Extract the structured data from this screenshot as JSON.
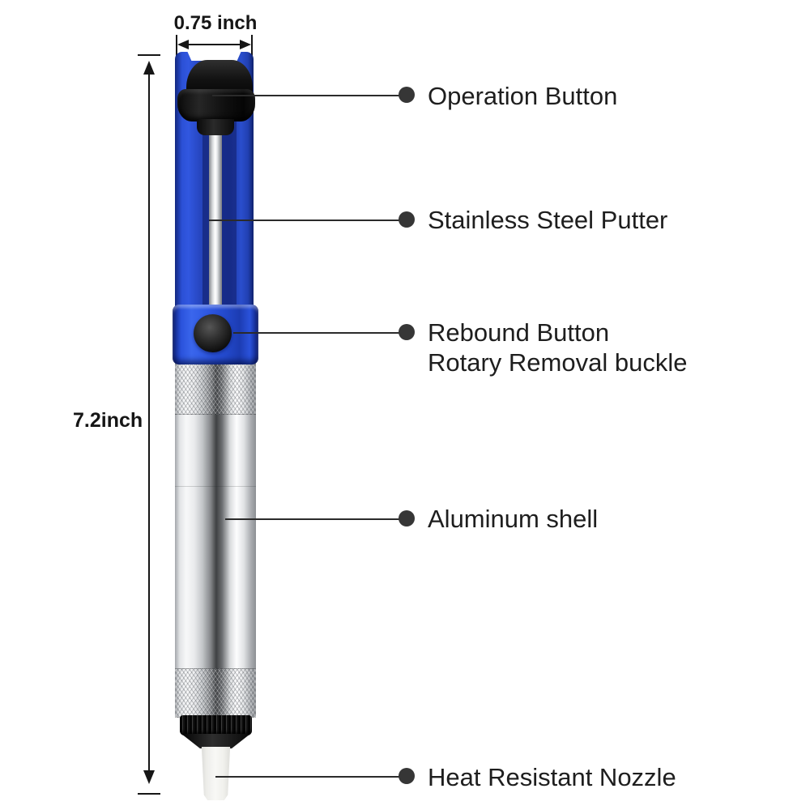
{
  "dimensions": {
    "width": "0.75 inch",
    "height": "7.2inch"
  },
  "callouts": [
    {
      "part": "operation-button",
      "label": "Operation Button"
    },
    {
      "part": "stainless-steel-putter",
      "label": "Stainless Steel Putter"
    },
    {
      "part": "rebound-button",
      "label": "Rebound Button",
      "label2": "Rotary Removal buckle"
    },
    {
      "part": "aluminum-shell",
      "label": "Aluminum shell"
    },
    {
      "part": "heat-resistant-nozzle",
      "label": "Heat Resistant Nozzle"
    }
  ],
  "colors": {
    "housing_blue": "#2a4ecd",
    "housing_blue_dark": "#13287f",
    "band_blue": "#2c55e0",
    "aluminum_light": "#f7f8f9",
    "aluminum_dark": "#3f4143",
    "plastic_black": "#0e0e0e",
    "nozzle_white": "#f3f3ef",
    "annotation_ink": "#1e1e1e",
    "background": "#ffffff"
  }
}
